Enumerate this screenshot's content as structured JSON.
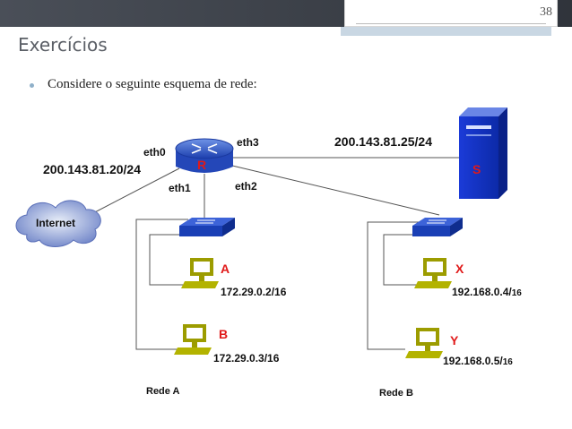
{
  "slide": {
    "number": "38",
    "title": "Exercícios",
    "bullet": "Considere o seguinte esquema de rede:"
  },
  "diagram": {
    "router": {
      "name": "R",
      "eth0": "eth0",
      "eth1": "eth1",
      "eth2": "eth2",
      "eth3": "eth3"
    },
    "eth0_ip": "200.143.81.20/24",
    "server": {
      "name": "S",
      "ip": "200.143.81.25/24"
    },
    "internet": "Internet",
    "host_a": {
      "name": "A",
      "ip": "172.29.0.2/16"
    },
    "host_b": {
      "name": "B",
      "ip": "172.29.0.3/16"
    },
    "host_x": {
      "name": "X",
      "ip": "192.168.0.4/",
      "mask": "16"
    },
    "host_y": {
      "name": "Y",
      "ip": "192.168.0.5/",
      "mask": "16"
    },
    "net_a": "Rede A",
    "net_b": "Rede B"
  },
  "colors": {
    "accent": "#8fb0c9",
    "server_blue": "#1432c8",
    "switch_blue": "#1a3fb5",
    "pc_olive": "#9c9c00",
    "label_red": "#e01919"
  }
}
